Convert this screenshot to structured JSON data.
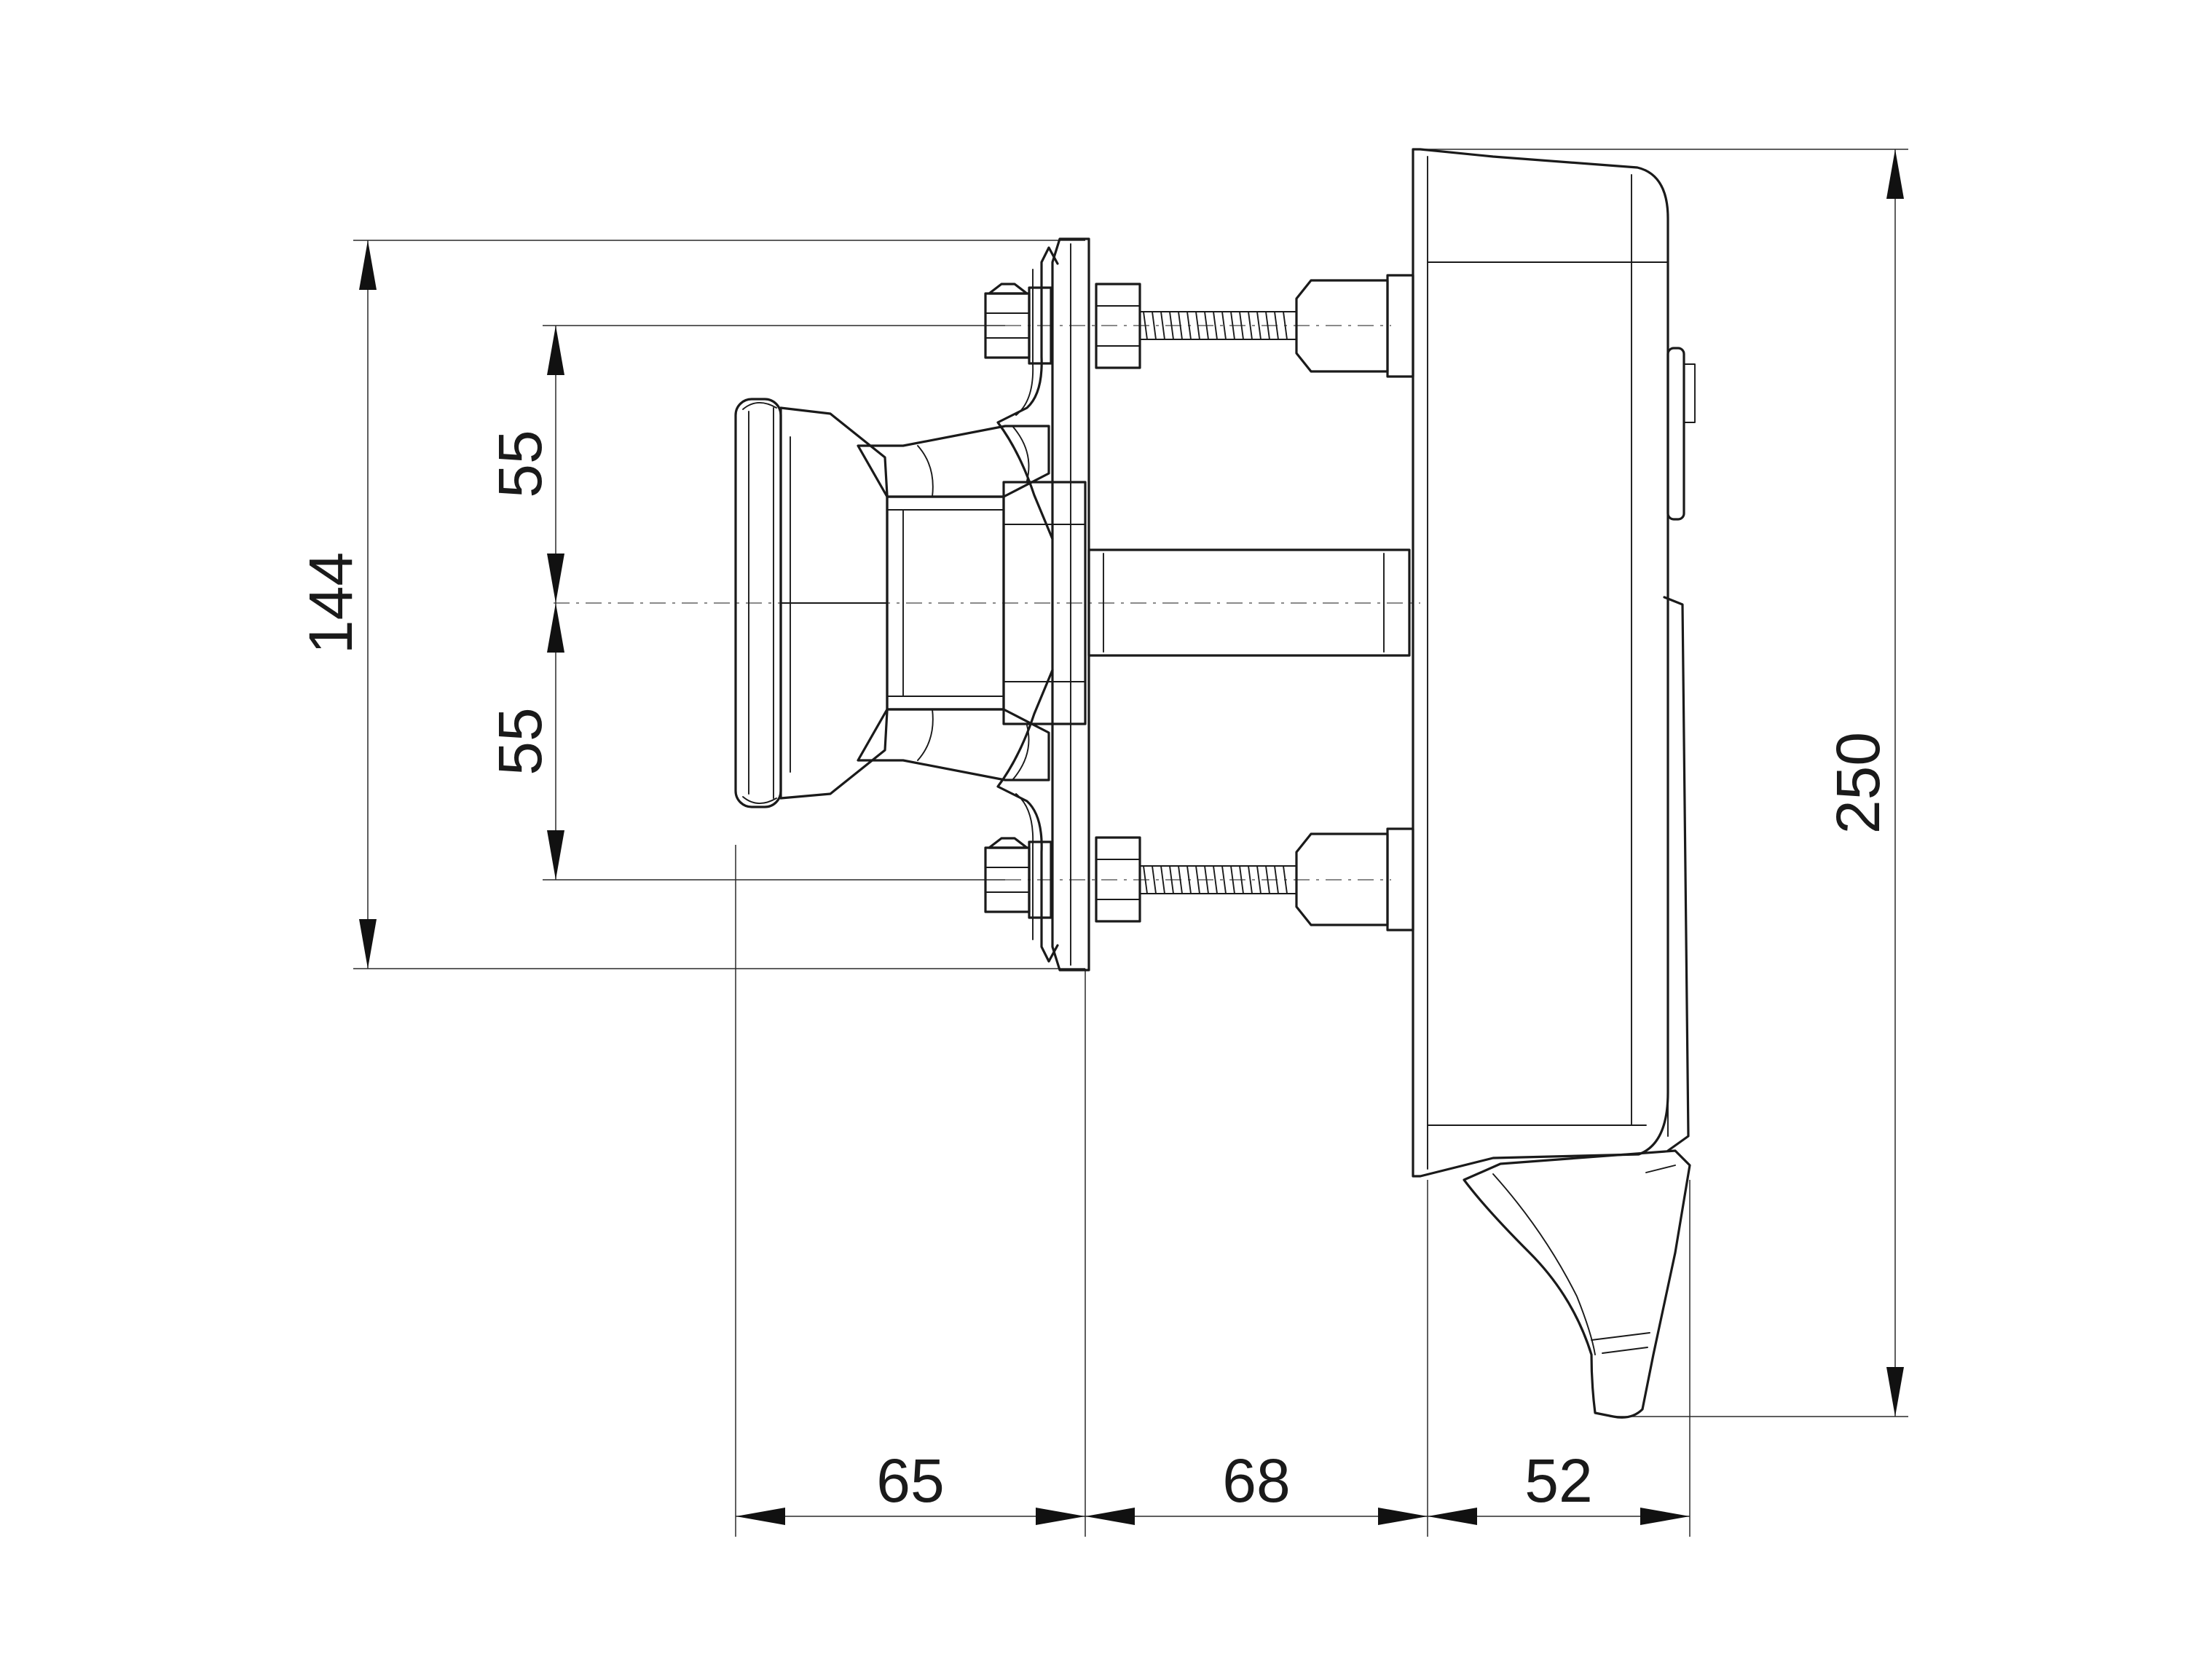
{
  "dimensions": {
    "height_overall_mount": "144",
    "hole_spacing_upper": "55",
    "hole_spacing_lower": "55",
    "height_overall_lock": "250",
    "depth_handle": "65",
    "depth_spindle": "68",
    "depth_case": "52"
  }
}
